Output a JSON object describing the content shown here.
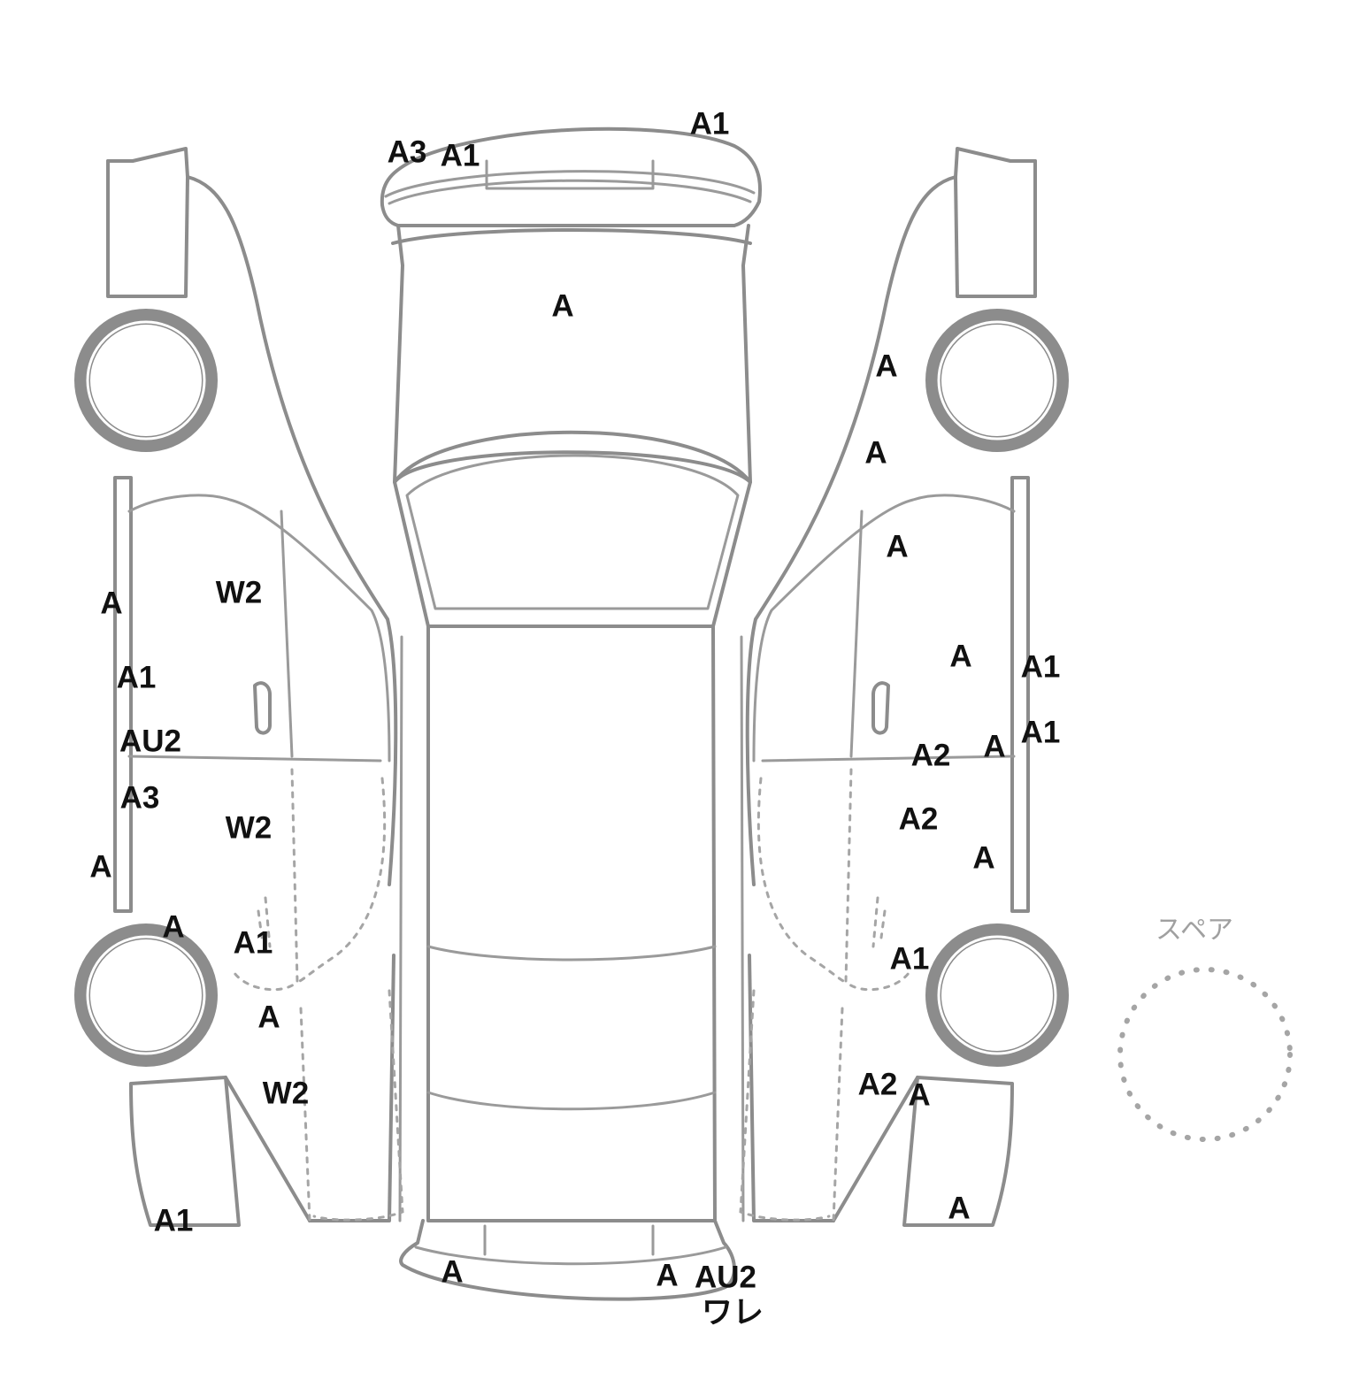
{
  "spare": {
    "label": "スペア"
  },
  "damage_marks": [
    {
      "id": "front-bumper-left",
      "text": "A3",
      "area": "front bumper"
    },
    {
      "id": "front-bumper-center",
      "text": "A1",
      "area": "front bumper"
    },
    {
      "id": "front-bumper-right",
      "text": "A1",
      "area": "front bumper"
    },
    {
      "id": "hood",
      "text": "A",
      "area": "hood"
    },
    {
      "id": "left-pillar-1",
      "text": "A",
      "area": "left side sill"
    },
    {
      "id": "left-door-front",
      "text": "W2",
      "area": "left front door"
    },
    {
      "id": "left-pillar-2",
      "text": "A1",
      "area": "left side sill"
    },
    {
      "id": "left-pillar-3",
      "text": "AU2",
      "area": "left side sill"
    },
    {
      "id": "left-pillar-4",
      "text": "A3",
      "area": "left side sill"
    },
    {
      "id": "left-door-rear",
      "text": "W2",
      "area": "left rear door"
    },
    {
      "id": "left-pillar-5",
      "text": "A",
      "area": "left side sill"
    },
    {
      "id": "left-rear-arch",
      "text": "A",
      "area": "left rear wheel arch"
    },
    {
      "id": "left-quarter-1",
      "text": "A1",
      "area": "left quarter panel"
    },
    {
      "id": "left-quarter-2",
      "text": "A",
      "area": "left quarter panel"
    },
    {
      "id": "left-quarter-3",
      "text": "W2",
      "area": "left quarter panel"
    },
    {
      "id": "left-rear-corner",
      "text": "A1",
      "area": "left rear corner"
    },
    {
      "id": "rear-bumper-left",
      "text": "A",
      "area": "rear bumper"
    },
    {
      "id": "rear-bumper-right",
      "text": "A",
      "area": "rear bumper"
    },
    {
      "id": "rear-bumper-au2",
      "text": "AU2",
      "area": "rear bumper"
    },
    {
      "id": "rear-bumper-crack",
      "text": "ワレ",
      "area": "rear bumper"
    },
    {
      "id": "right-fender-1",
      "text": "A",
      "area": "right front fender"
    },
    {
      "id": "right-fender-2",
      "text": "A",
      "area": "right front fender"
    },
    {
      "id": "right-door-front-1",
      "text": "A",
      "area": "right front door"
    },
    {
      "id": "right-door-front-2",
      "text": "A",
      "area": "right front door"
    },
    {
      "id": "right-sill-1",
      "text": "A1",
      "area": "right side sill"
    },
    {
      "id": "right-sill-2",
      "text": "A1",
      "area": "right side sill"
    },
    {
      "id": "right-door-a2",
      "text": "A2",
      "area": "right door"
    },
    {
      "id": "right-door-a",
      "text": "A",
      "area": "right door"
    },
    {
      "id": "right-door-rear-1",
      "text": "A2",
      "area": "right rear door"
    },
    {
      "id": "right-door-rear-2",
      "text": "A",
      "area": "right rear door"
    },
    {
      "id": "right-rear-arch",
      "text": "A1",
      "area": "right rear wheel arch"
    },
    {
      "id": "right-quarter-1",
      "text": "A2",
      "area": "right quarter panel"
    },
    {
      "id": "right-quarter-2",
      "text": "A",
      "area": "right quarter panel"
    },
    {
      "id": "right-rear-corner",
      "text": "A",
      "area": "right rear corner"
    }
  ]
}
